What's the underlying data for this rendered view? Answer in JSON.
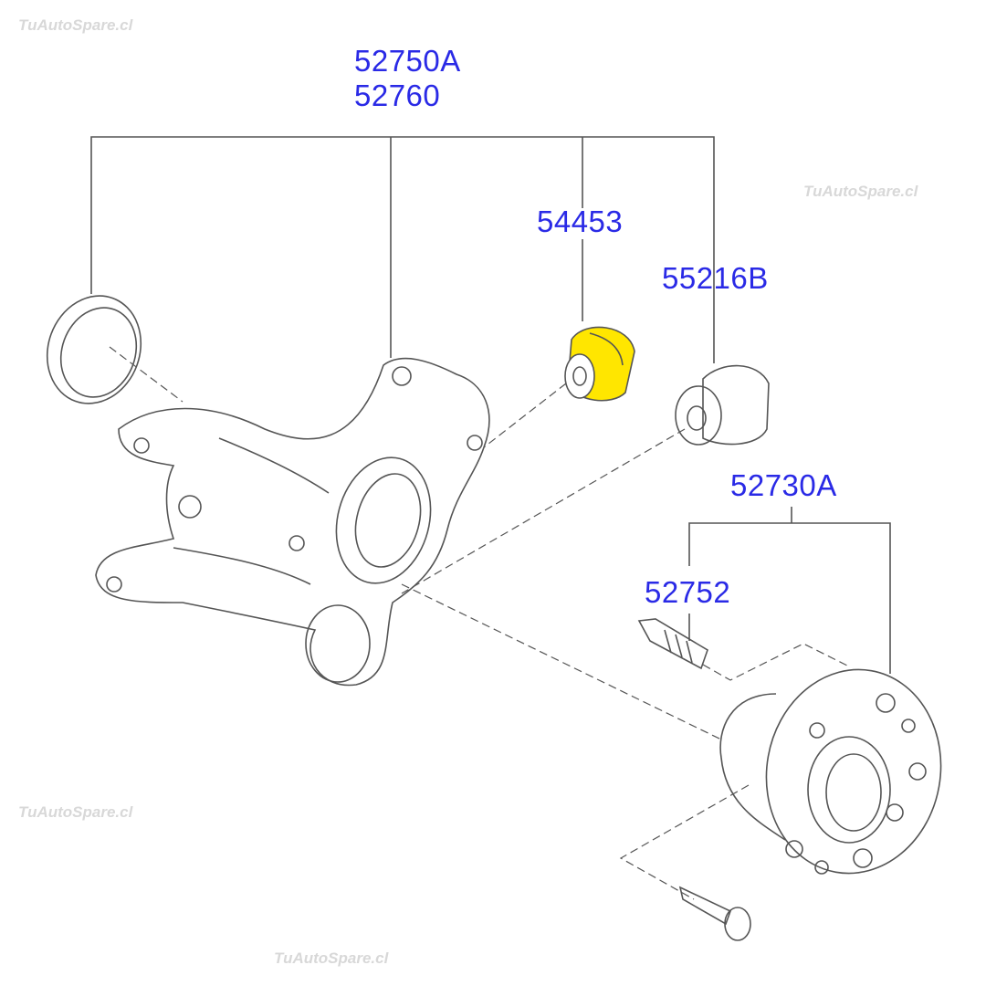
{
  "watermark": "TuAutoSpare.cl",
  "colors": {
    "label": "#2a2ae6",
    "highlight": "#ffe600",
    "line": "#555555"
  },
  "labels": {
    "knuckle_lh": "52750A",
    "knuckle_rh": "52760",
    "bush": "54453",
    "bush_b": "55216B",
    "hub": "52730A",
    "hub_bolt": "52752"
  }
}
